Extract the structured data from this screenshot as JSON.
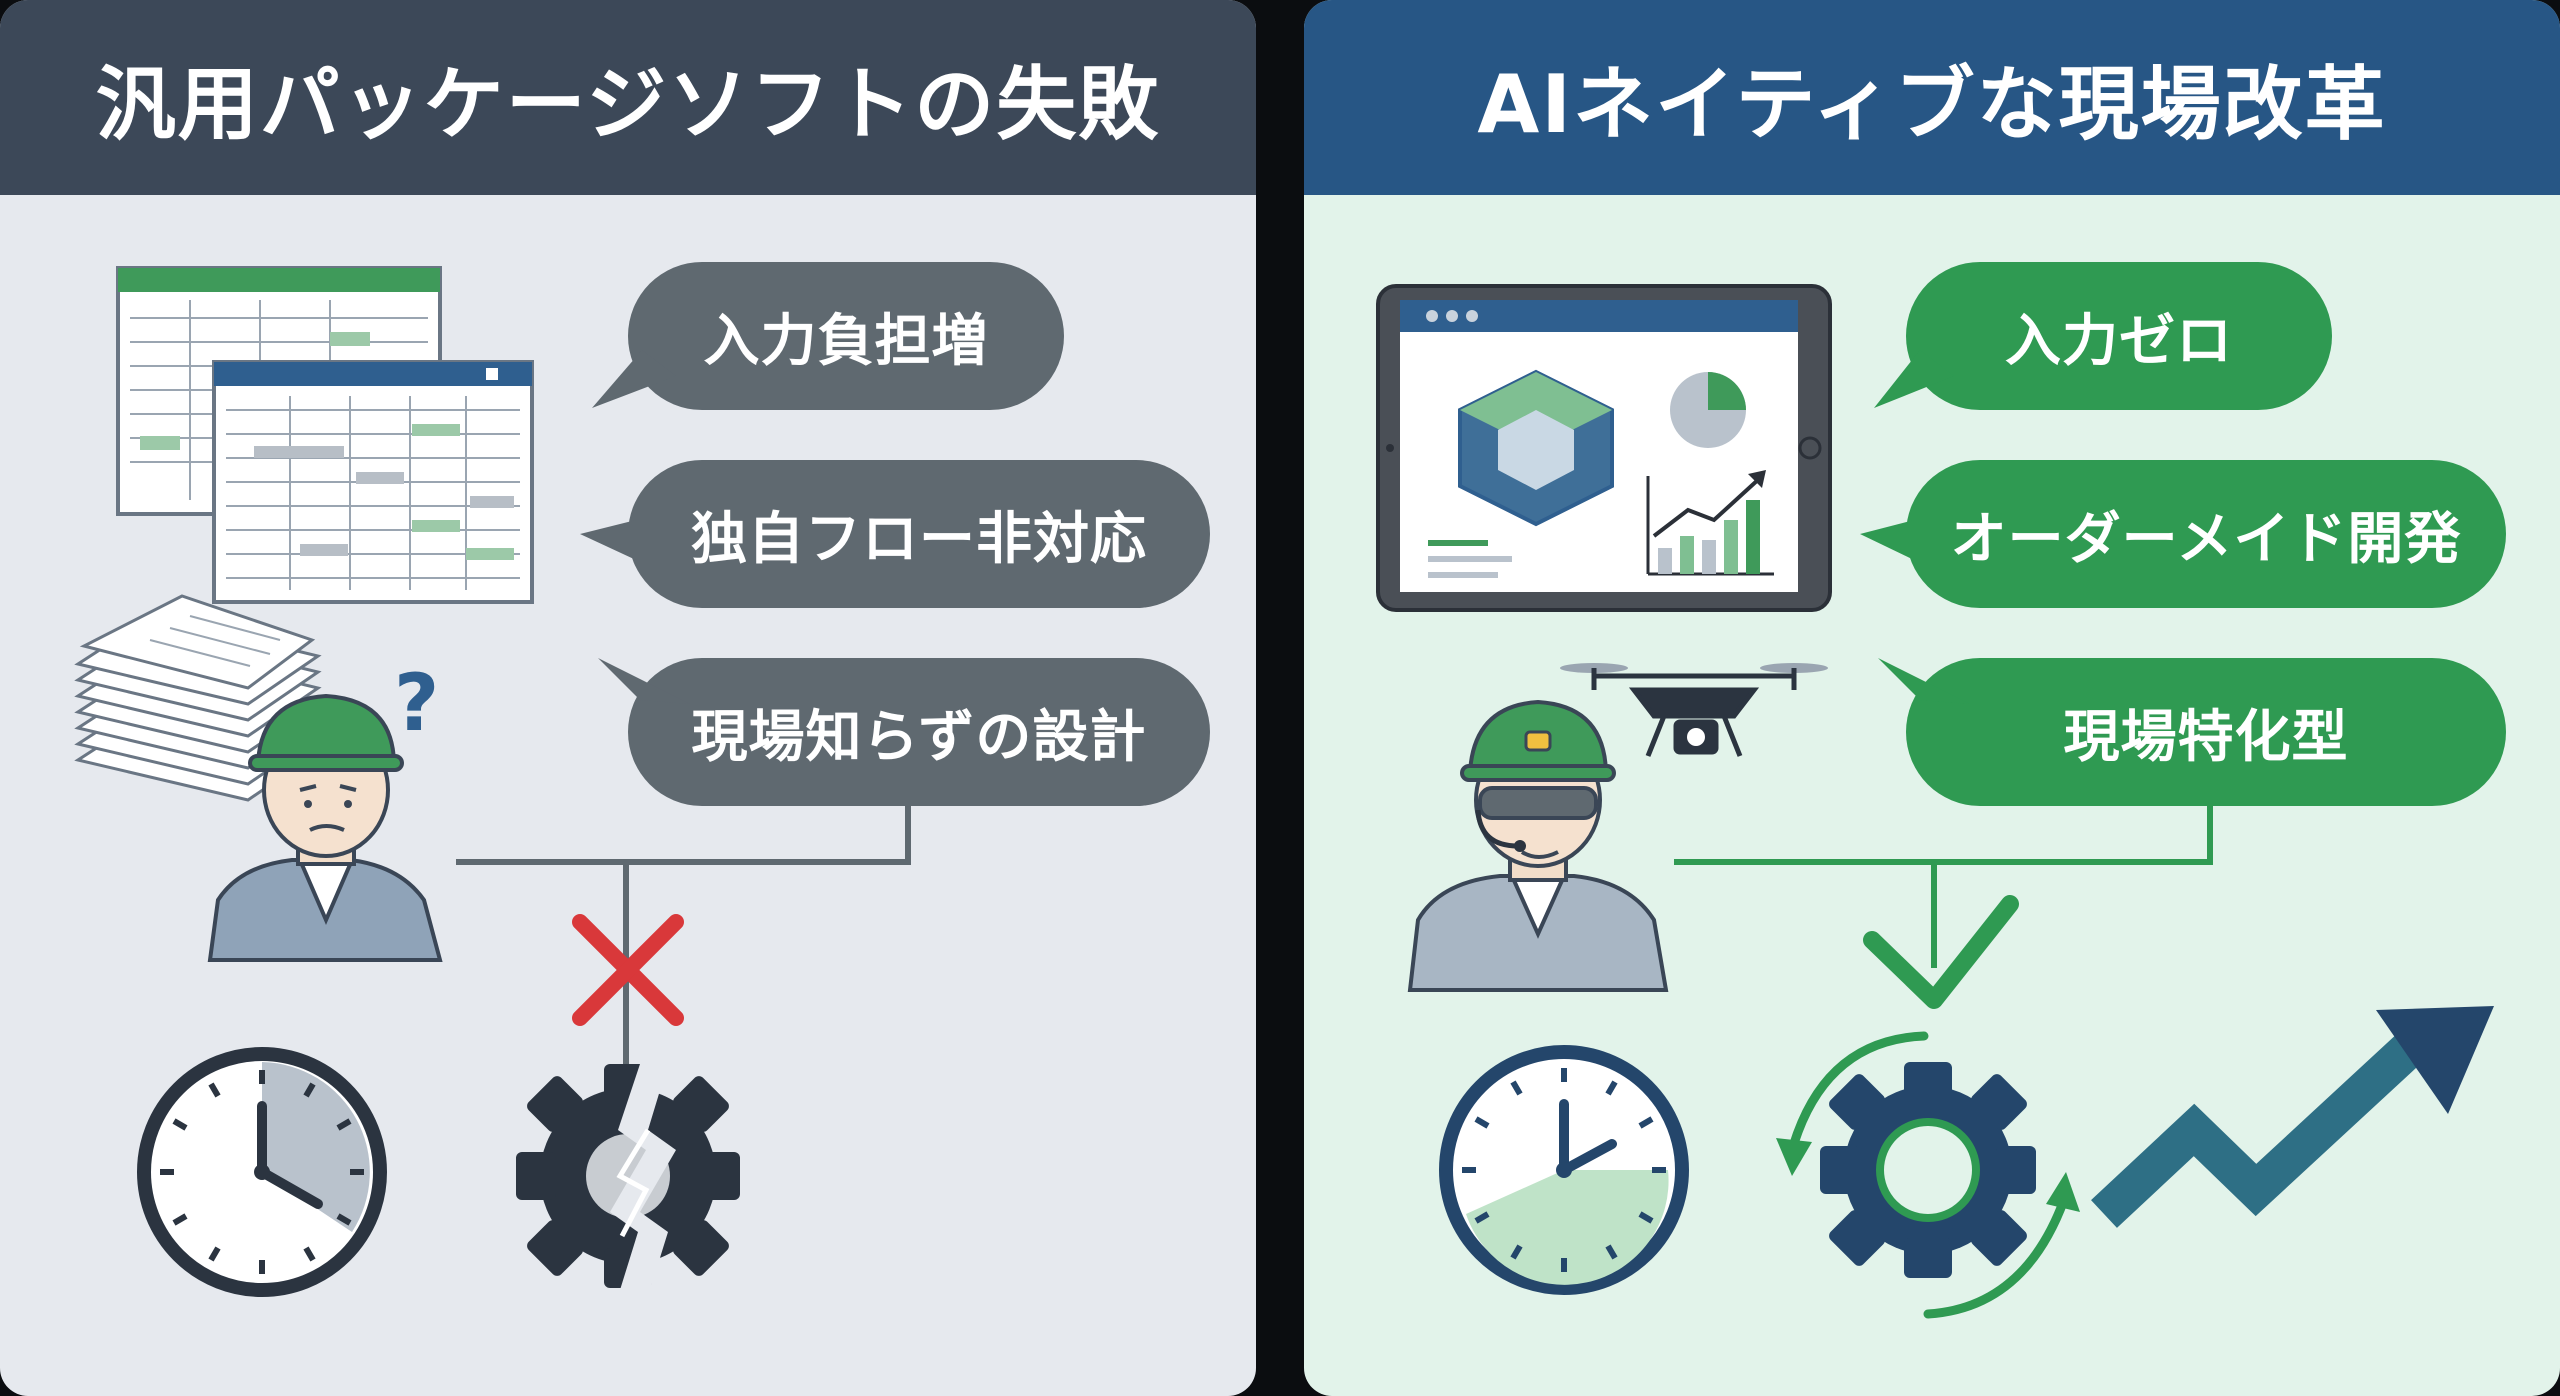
{
  "left": {
    "title": "汎用パッケージソフトの失敗",
    "bubbles": [
      "入力負担増",
      "独自フロー非対応",
      "現場知らずの設計"
    ],
    "question_mark": "?"
  },
  "right": {
    "title": "AIネイティブな現場改革",
    "bubbles": [
      "入力ゼロ",
      "オーダーメイド開発",
      "現場特化型"
    ]
  },
  "colors": {
    "left_header": "#3c4858",
    "left_bg": "#e6e9ee",
    "left_bubble": "#5f6970",
    "right_header": "#275685",
    "right_bg": "#e2f3ea",
    "right_bubble": "#2f9a52",
    "fail_mark": "#d9383a",
    "success_mark": "#2f9a52"
  },
  "icons": {
    "left": [
      "spreadsheet-icon",
      "paper-stack-icon",
      "confused-worker-icon",
      "cross-icon",
      "clock-icon",
      "broken-gear-icon"
    ],
    "right": [
      "tablet-dashboard-icon",
      "drone-icon",
      "worker-headset-icon",
      "checkmark-icon",
      "clock-icon",
      "gear-cycle-icon",
      "growth-arrow-icon"
    ]
  }
}
